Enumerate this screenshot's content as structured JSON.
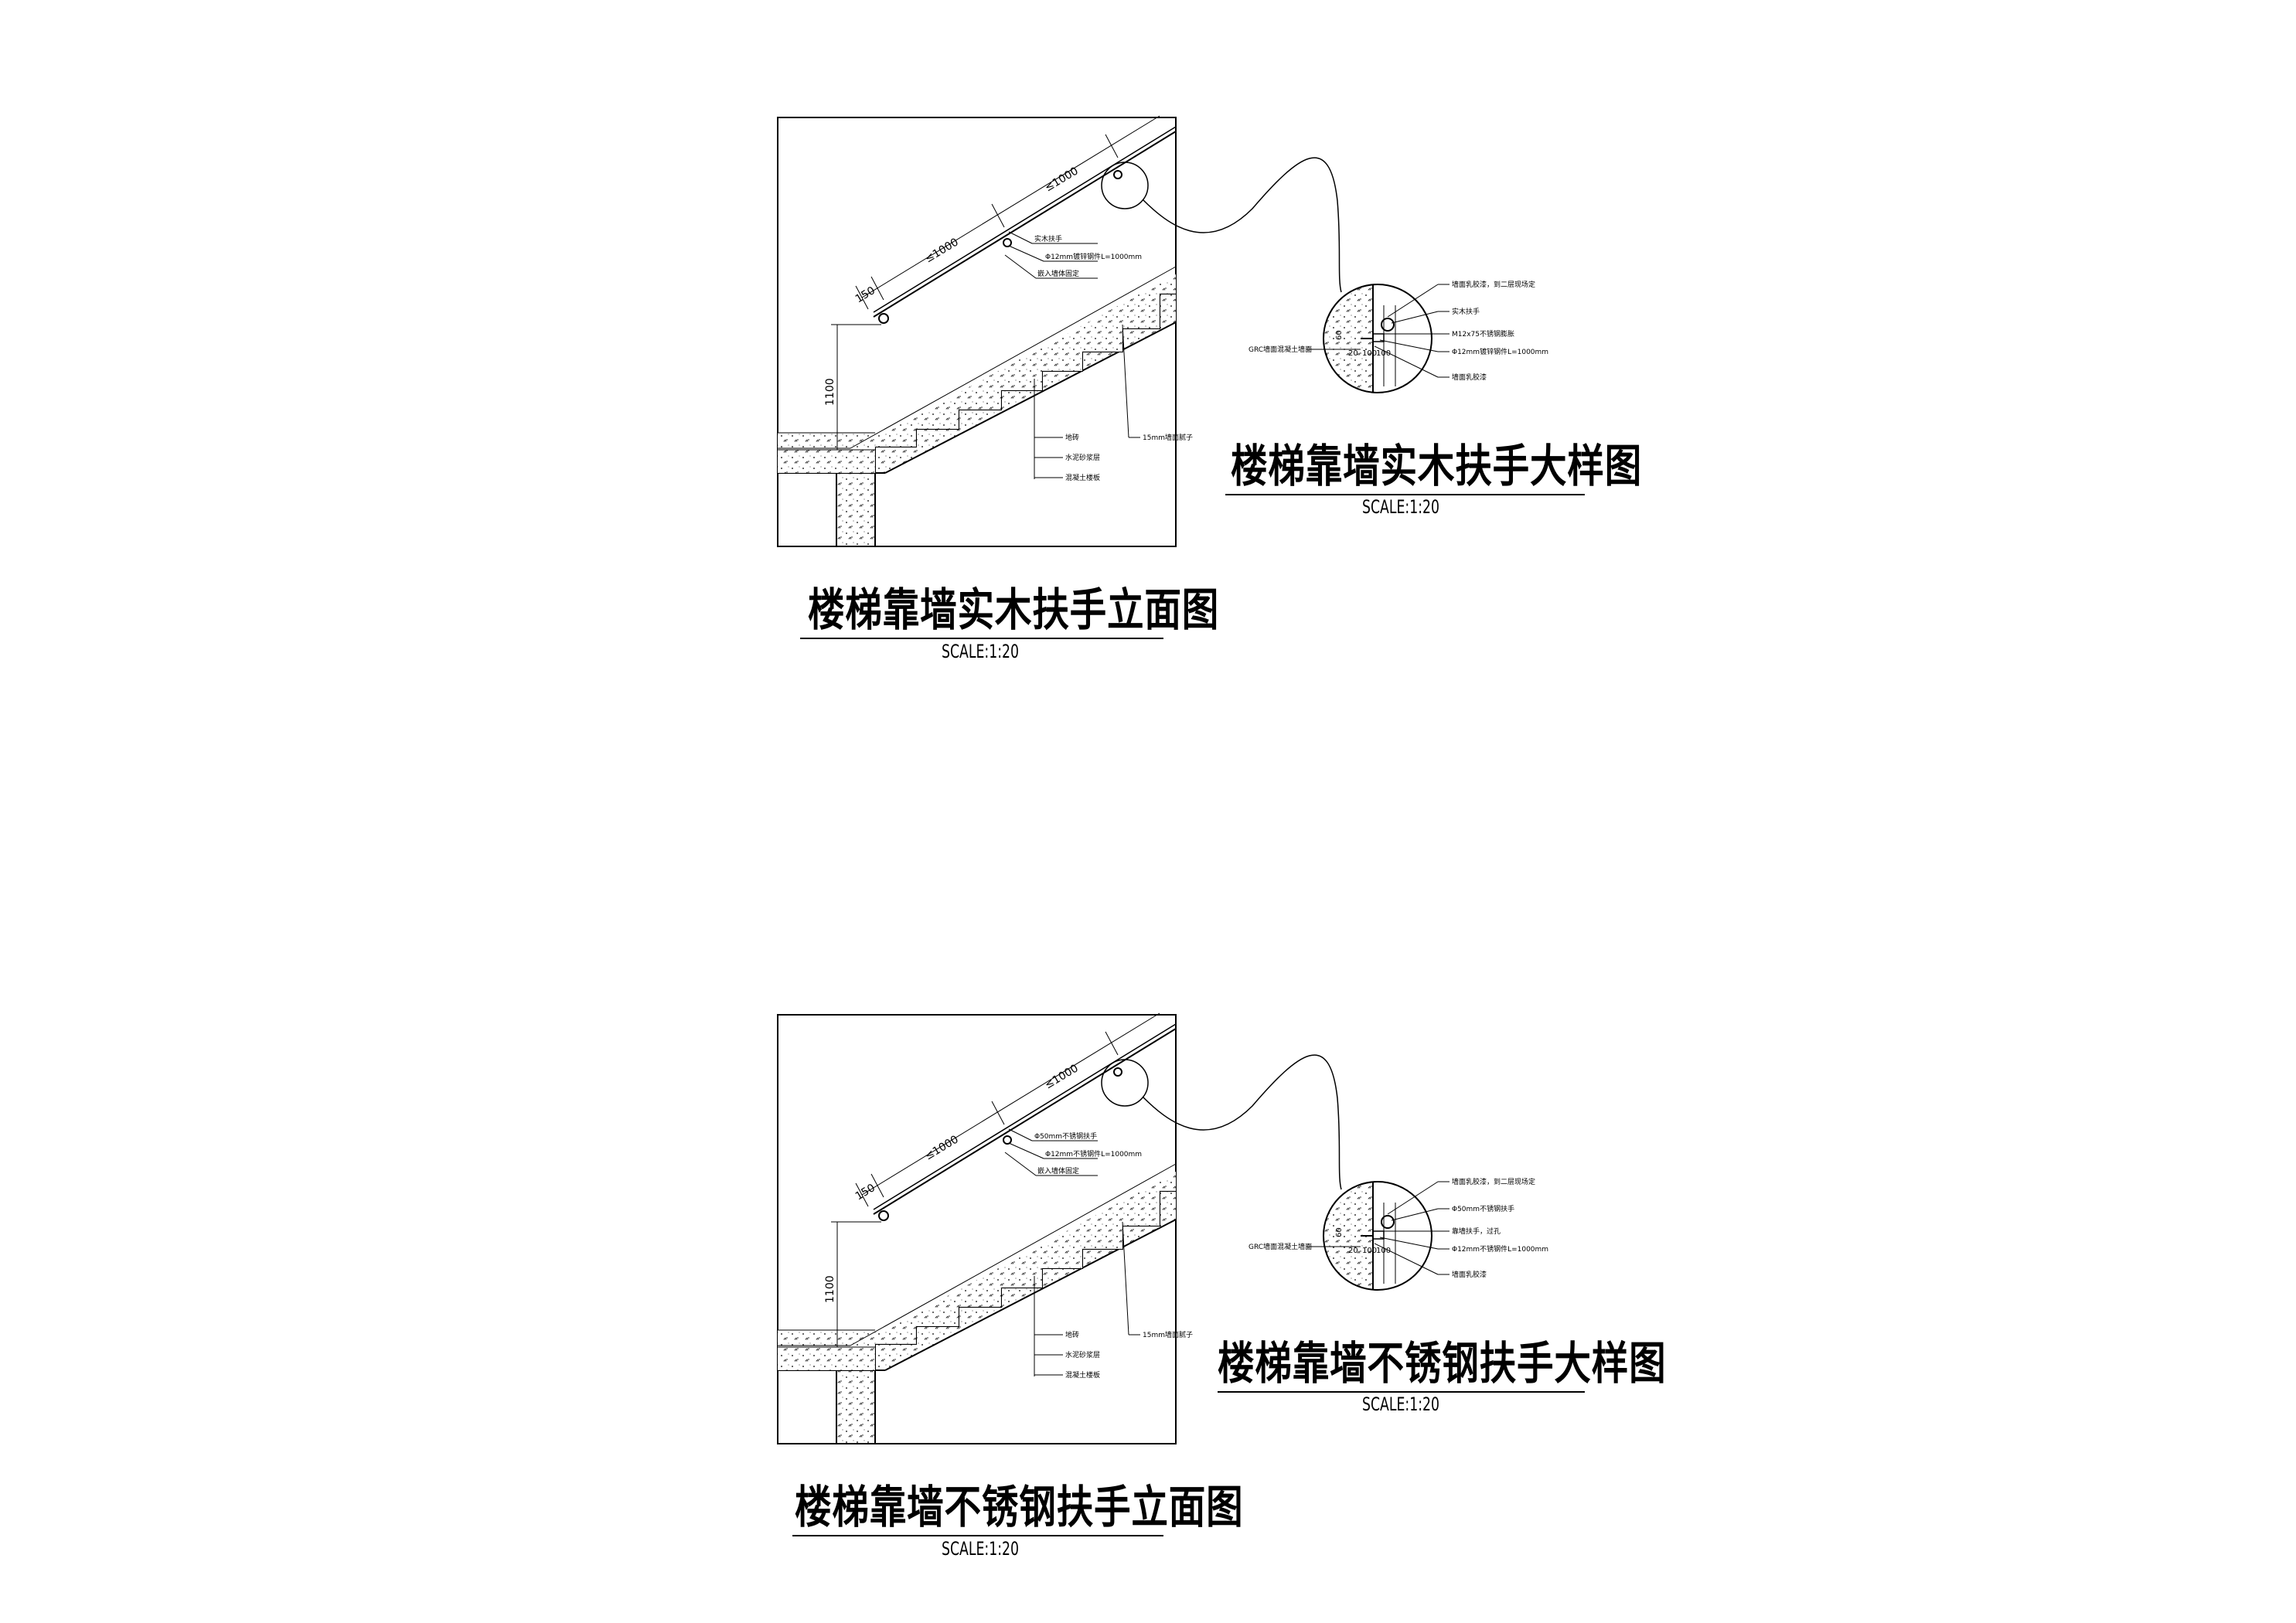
{
  "drawings": [
    {
      "elevation_title": "楼梯靠墙实木扶手立面图",
      "elevation_scale": "SCALE:1:20",
      "detail_title": "楼梯靠墙实木扶手大样图",
      "detail_scale": "SCALE:1:20",
      "dims": {
        "top": "≤1000",
        "mid": "≤1000",
        "end": "150",
        "height": "1100"
      },
      "handrail_labels": [
        "实木扶手",
        "Φ12mm镀锌钢件L=1000mm",
        "嵌入墙体固定"
      ],
      "stair_labels": [
        "地砖",
        "水泥砂浆层",
        "混凝土楼板",
        "15mm墙面腻子"
      ],
      "detail_labels": [
        "墙面乳胶漆，到二层现场定",
        "实木扶手",
        "M12x75不锈钢膨胀",
        "Φ12mm镀锌钢件L=1000mm",
        "墙面乳胶漆"
      ],
      "detail_left_label": "GRC墙面混凝土墙面",
      "detail_dims": [
        "60",
        "20",
        "100",
        "100"
      ]
    },
    {
      "elevation_title": "楼梯靠墙不锈钢扶手立面图",
      "elevation_scale": "SCALE:1:20",
      "detail_title": "楼梯靠墙不锈钢扶手大样图",
      "detail_scale": "SCALE:1:20",
      "dims": {
        "top": "≤1000",
        "mid": "≤1000",
        "end": "150",
        "height": "1100"
      },
      "handrail_labels": [
        "Φ50mm不锈钢扶手",
        "Φ12mm不锈钢件L=1000mm",
        "嵌入墙体固定"
      ],
      "stair_labels": [
        "地砖",
        "水泥砂浆层",
        "混凝土楼板",
        "15mm墙面腻子"
      ],
      "detail_labels": [
        "墙面乳胶漆，到二层现场定",
        "Φ50mm不锈钢扶手",
        "靠墙扶手，过孔",
        "Φ12mm不锈钢件L=1000mm",
        "墙面乳胶漆"
      ],
      "detail_left_label": "GRC墙面混凝土墙面",
      "detail_dims": [
        "60",
        "20",
        "100",
        "100"
      ]
    }
  ]
}
